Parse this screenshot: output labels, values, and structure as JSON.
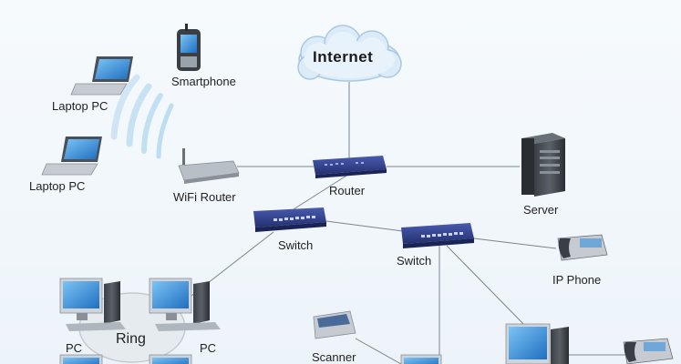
{
  "nodes": {
    "internet": "Internet",
    "smartphone": "Smartphone",
    "laptop1": "Laptop PC",
    "laptop2": "Laptop PC",
    "wifi_router": "WiFi Router",
    "router": "Router",
    "server": "Server",
    "switch1": "Switch",
    "switch2": "Switch",
    "ip_phone": "IP Phone",
    "ring": "Ring",
    "pc_left": "PC",
    "pc_right": "PC",
    "scanner": "Scanner"
  },
  "colors": {
    "link": "#7a8590",
    "cloud": "#dfeefa",
    "switch_blue": "#2f3f8f",
    "wifi_wave": "#b7d9f0",
    "monitor_blue": "#3a8fd6"
  }
}
